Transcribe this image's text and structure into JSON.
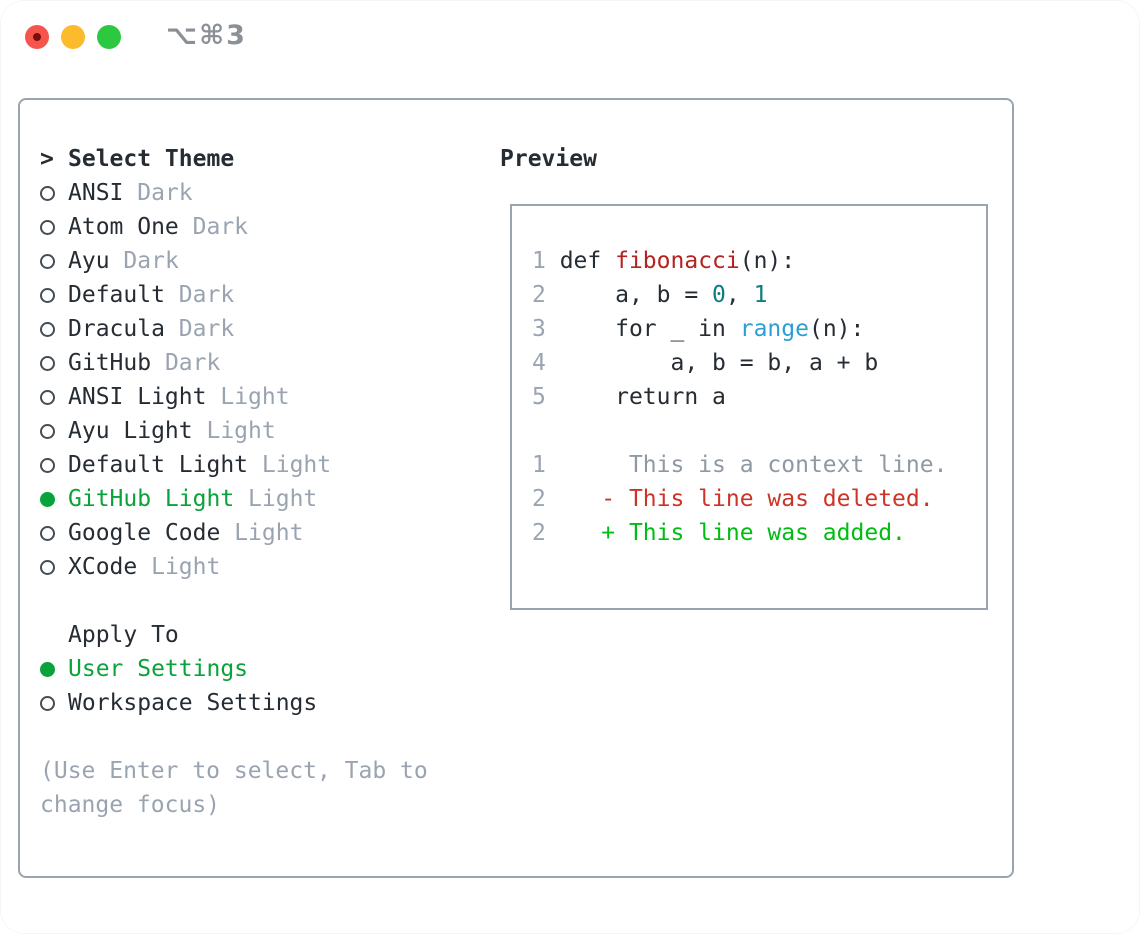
{
  "window": {
    "title": "⌥⌘3",
    "traffic_lights": [
      "close",
      "minimize",
      "zoom"
    ]
  },
  "theme_picker": {
    "prefix": ">",
    "title": "Select Theme",
    "items": [
      {
        "name": "ANSI",
        "variant": "Dark",
        "selected": false
      },
      {
        "name": "Atom One",
        "variant": "Dark",
        "selected": false
      },
      {
        "name": "Ayu",
        "variant": "Dark",
        "selected": false
      },
      {
        "name": "Default",
        "variant": "Dark",
        "selected": false
      },
      {
        "name": "Dracula",
        "variant": "Dark",
        "selected": false
      },
      {
        "name": "GitHub",
        "variant": "Dark",
        "selected": false
      },
      {
        "name": "ANSI Light",
        "variant": "Light",
        "selected": false
      },
      {
        "name": "Ayu Light",
        "variant": "Light",
        "selected": false
      },
      {
        "name": "Default Light",
        "variant": "Light",
        "selected": false
      },
      {
        "name": "GitHub Light",
        "variant": "Light",
        "selected": true
      },
      {
        "name": "Google Code",
        "variant": "Light",
        "selected": false
      },
      {
        "name": "XCode",
        "variant": "Light",
        "selected": false
      }
    ]
  },
  "apply_to": {
    "title": "Apply To",
    "options": [
      {
        "name": "User Settings",
        "selected": true
      },
      {
        "name": "Workspace Settings",
        "selected": false
      }
    ]
  },
  "hint": {
    "line1": "(Use Enter to select, Tab to",
    "line2": "change focus)"
  },
  "preview": {
    "title": "Preview",
    "lines": [
      {
        "n": "1",
        "t": [
          {
            "s": " def ",
            "c": "p"
          },
          {
            "s": "fibonacci",
            "c": "fn"
          },
          {
            "s": "(n):",
            "c": "p"
          }
        ]
      },
      {
        "n": "2",
        "t": [
          {
            "s": "     a, b = ",
            "c": "p"
          },
          {
            "s": "0",
            "c": "num"
          },
          {
            "s": ", ",
            "c": "p"
          },
          {
            "s": "1",
            "c": "num"
          }
        ]
      },
      {
        "n": "3",
        "t": [
          {
            "s": "     for _ in ",
            "c": "p"
          },
          {
            "s": "range",
            "c": "b"
          },
          {
            "s": "(n):",
            "c": "p"
          }
        ]
      },
      {
        "n": "4",
        "t": [
          {
            "s": "         a, b = b, a + b",
            "c": "p"
          }
        ]
      },
      {
        "n": "5",
        "t": [
          {
            "s": "     return a",
            "c": "p"
          }
        ]
      },
      {
        "n": "",
        "t": []
      },
      {
        "n": "1",
        "t": [
          {
            "s": "      This is a context line.",
            "c": "ctx"
          }
        ]
      },
      {
        "n": "2",
        "t": [
          {
            "s": "    ",
            "c": "p"
          },
          {
            "s": "- This line was deleted.",
            "c": "del"
          }
        ]
      },
      {
        "n": "2",
        "t": [
          {
            "s": "    ",
            "c": "p"
          },
          {
            "s": "+ This line was added.",
            "c": "add"
          }
        ]
      }
    ]
  },
  "colors": {
    "text": "#262c33",
    "muted": "#9aa4b1",
    "context_gray": "#8f99a3",
    "selection_green": "#0aa23a",
    "diff_added": "#00bd13",
    "diff_deleted": "#cd3428",
    "function_red": "#b3231f",
    "number_teal": "#0d7d82",
    "builtin_blue": "#2b9fd4",
    "border": "#9aa3ae",
    "radio_outline": "#454d55",
    "traffic_red": "#f6554d",
    "traffic_yellow": "#fcbb2d",
    "traffic_green": "#2bc840",
    "title_gray": "#8b9096"
  }
}
